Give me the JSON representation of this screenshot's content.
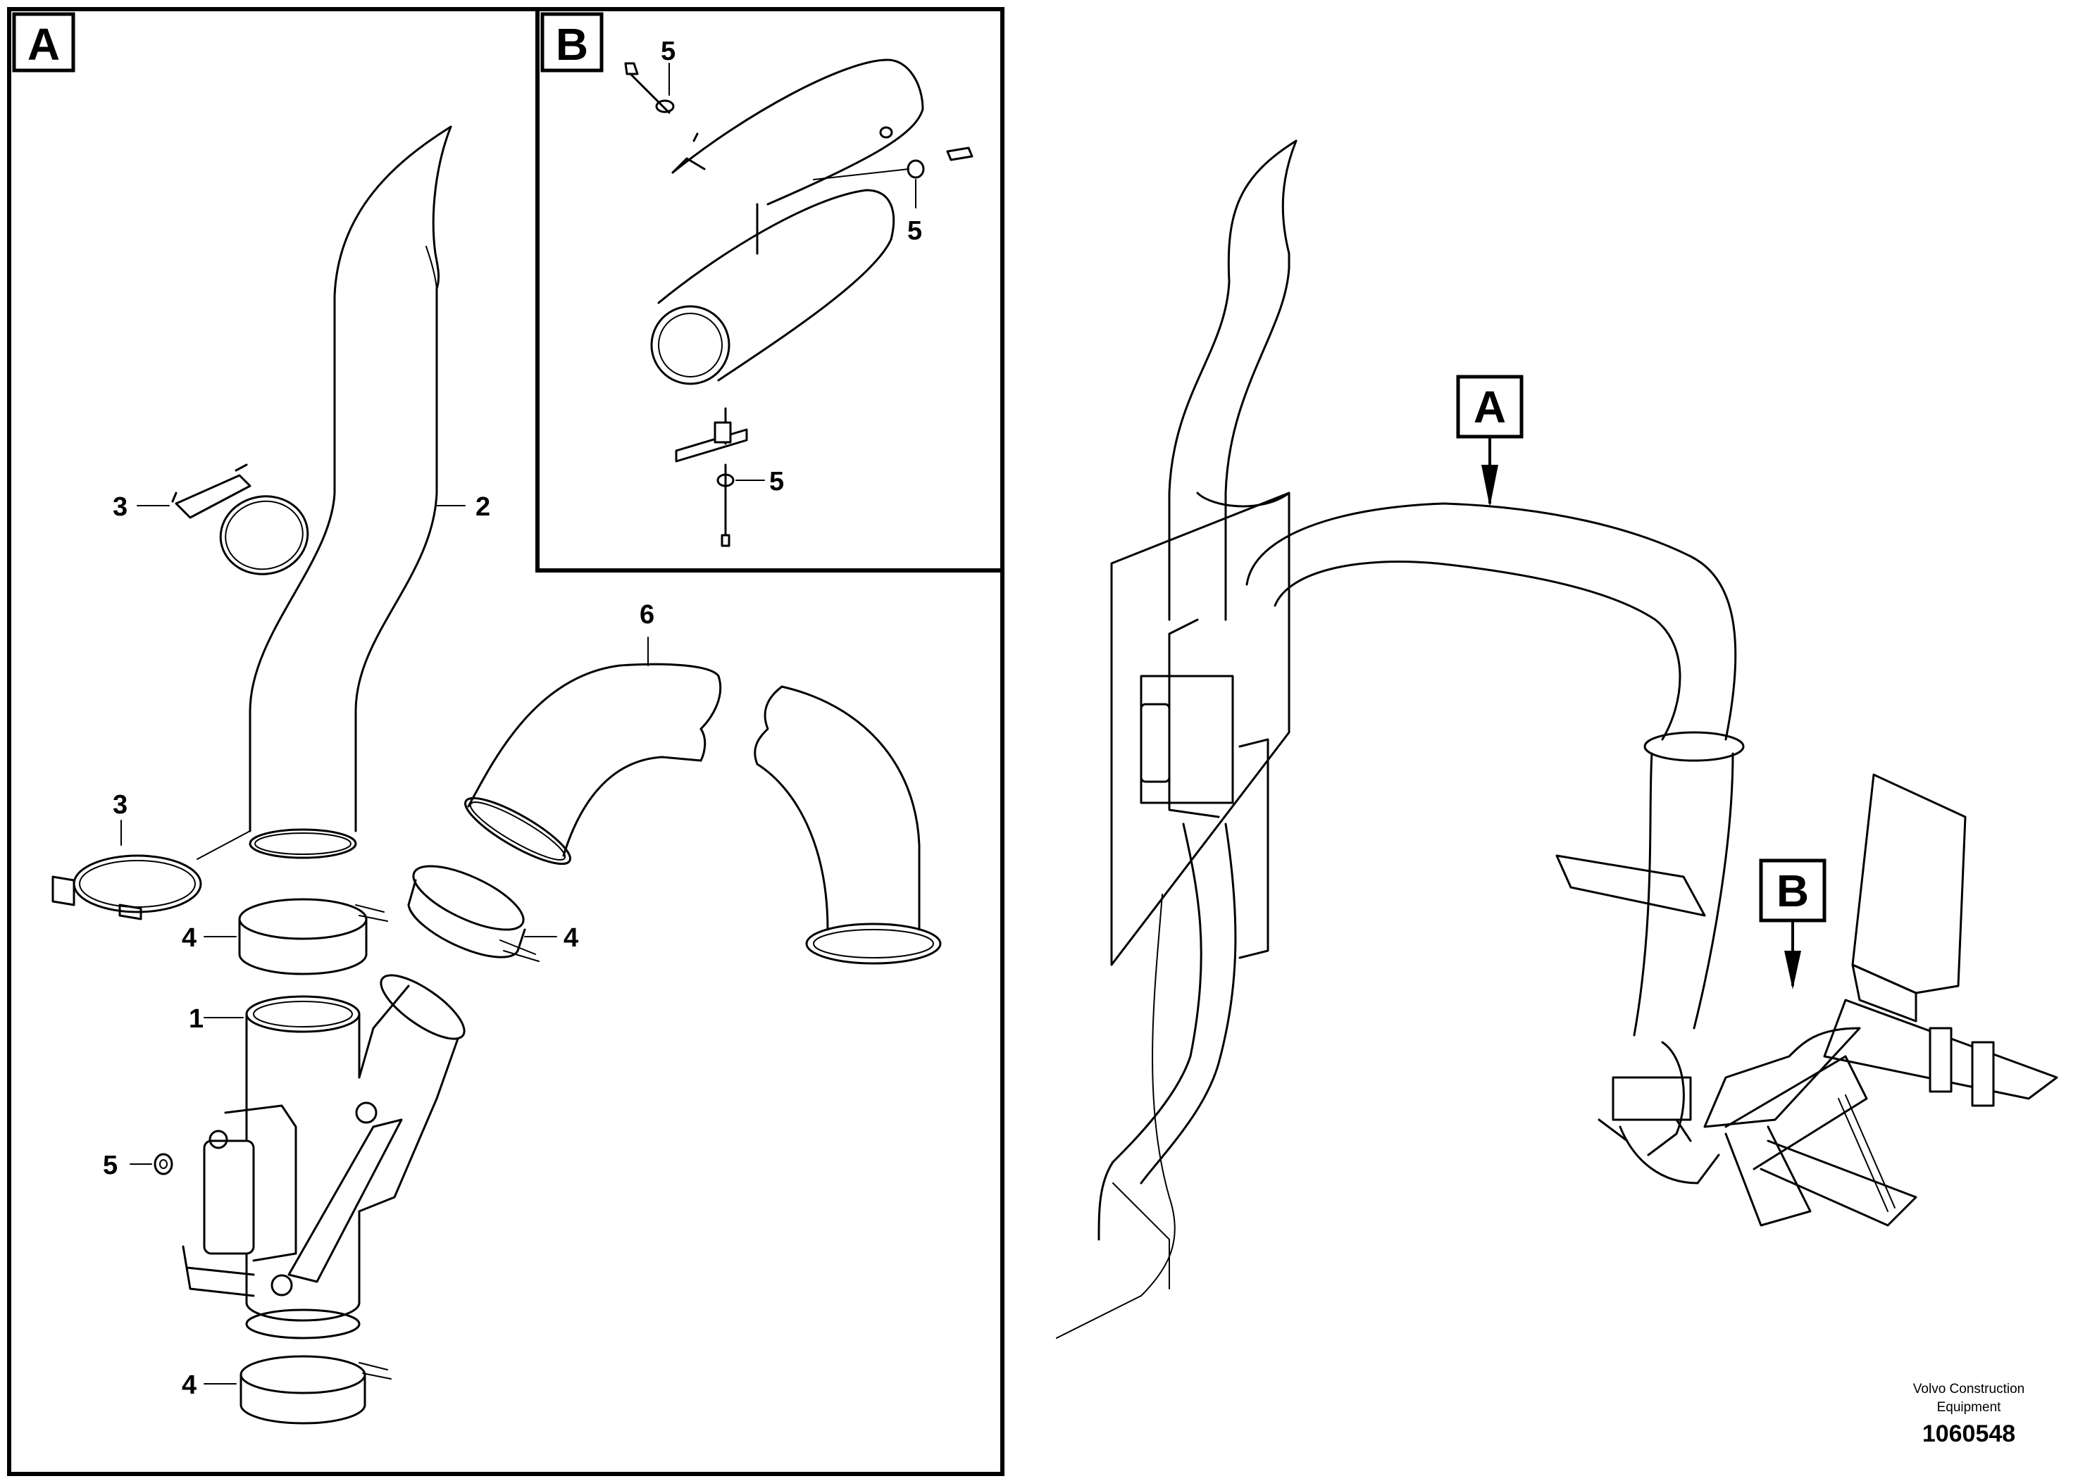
{
  "panels": {
    "a_label": "A",
    "b_label": "B"
  },
  "callouts": {
    "part_1": "1",
    "part_2": "2",
    "part_3_upper": "3",
    "part_3_lower": "3",
    "part_4_left": "4",
    "part_4_right": "4",
    "part_4_bottom": "4",
    "part_5_left": "5",
    "part_5_b_top": "5",
    "part_5_b_right": "5",
    "part_5_b_bottom": "5",
    "part_6": "6"
  },
  "overview_tags": {
    "tag_a": "A",
    "tag_b": "B"
  },
  "footer": {
    "credit_line1": "Volvo Construction",
    "credit_line2": "Equipment",
    "doc_number": "1060548"
  }
}
